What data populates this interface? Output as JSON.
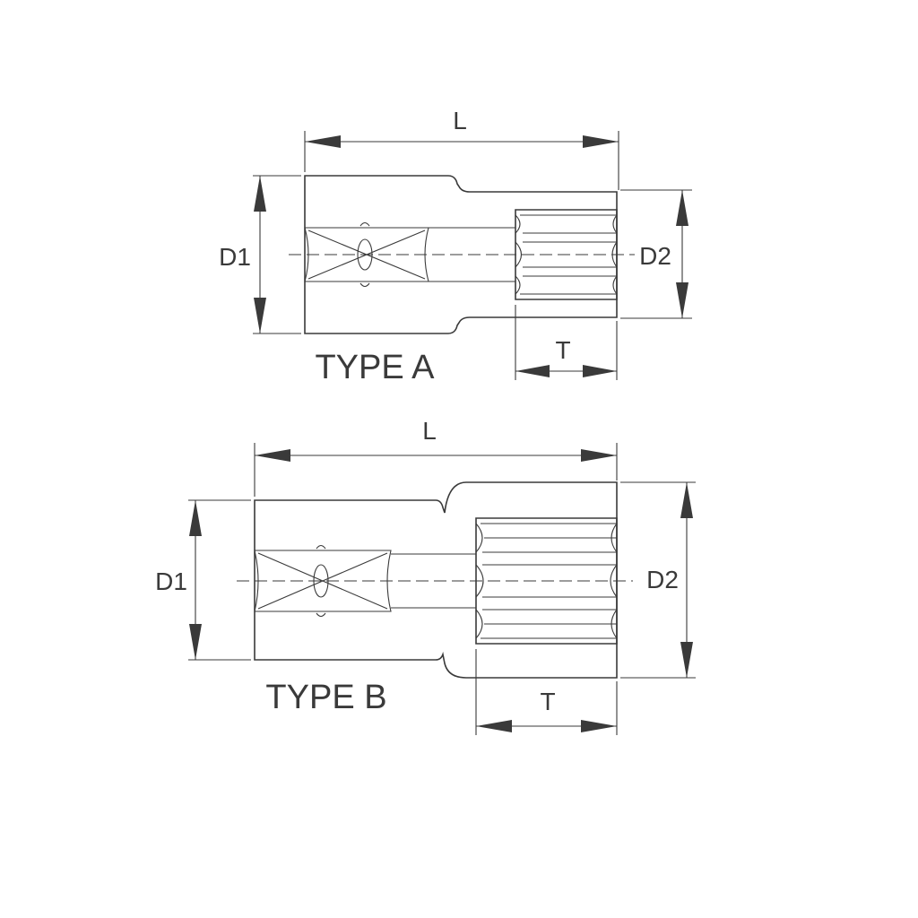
{
  "figures": [
    {
      "type_label": "TYPE A",
      "dimensions": {
        "length": "L",
        "diameter_drive": "D1",
        "diameter_socket": "D2",
        "depth": "T"
      }
    },
    {
      "type_label": "TYPE B",
      "dimensions": {
        "length": "L",
        "diameter_drive": "D1",
        "diameter_socket": "D2",
        "depth": "T"
      }
    }
  ],
  "colors": {
    "line": "#3a3a3a",
    "background": "#ffffff"
  }
}
